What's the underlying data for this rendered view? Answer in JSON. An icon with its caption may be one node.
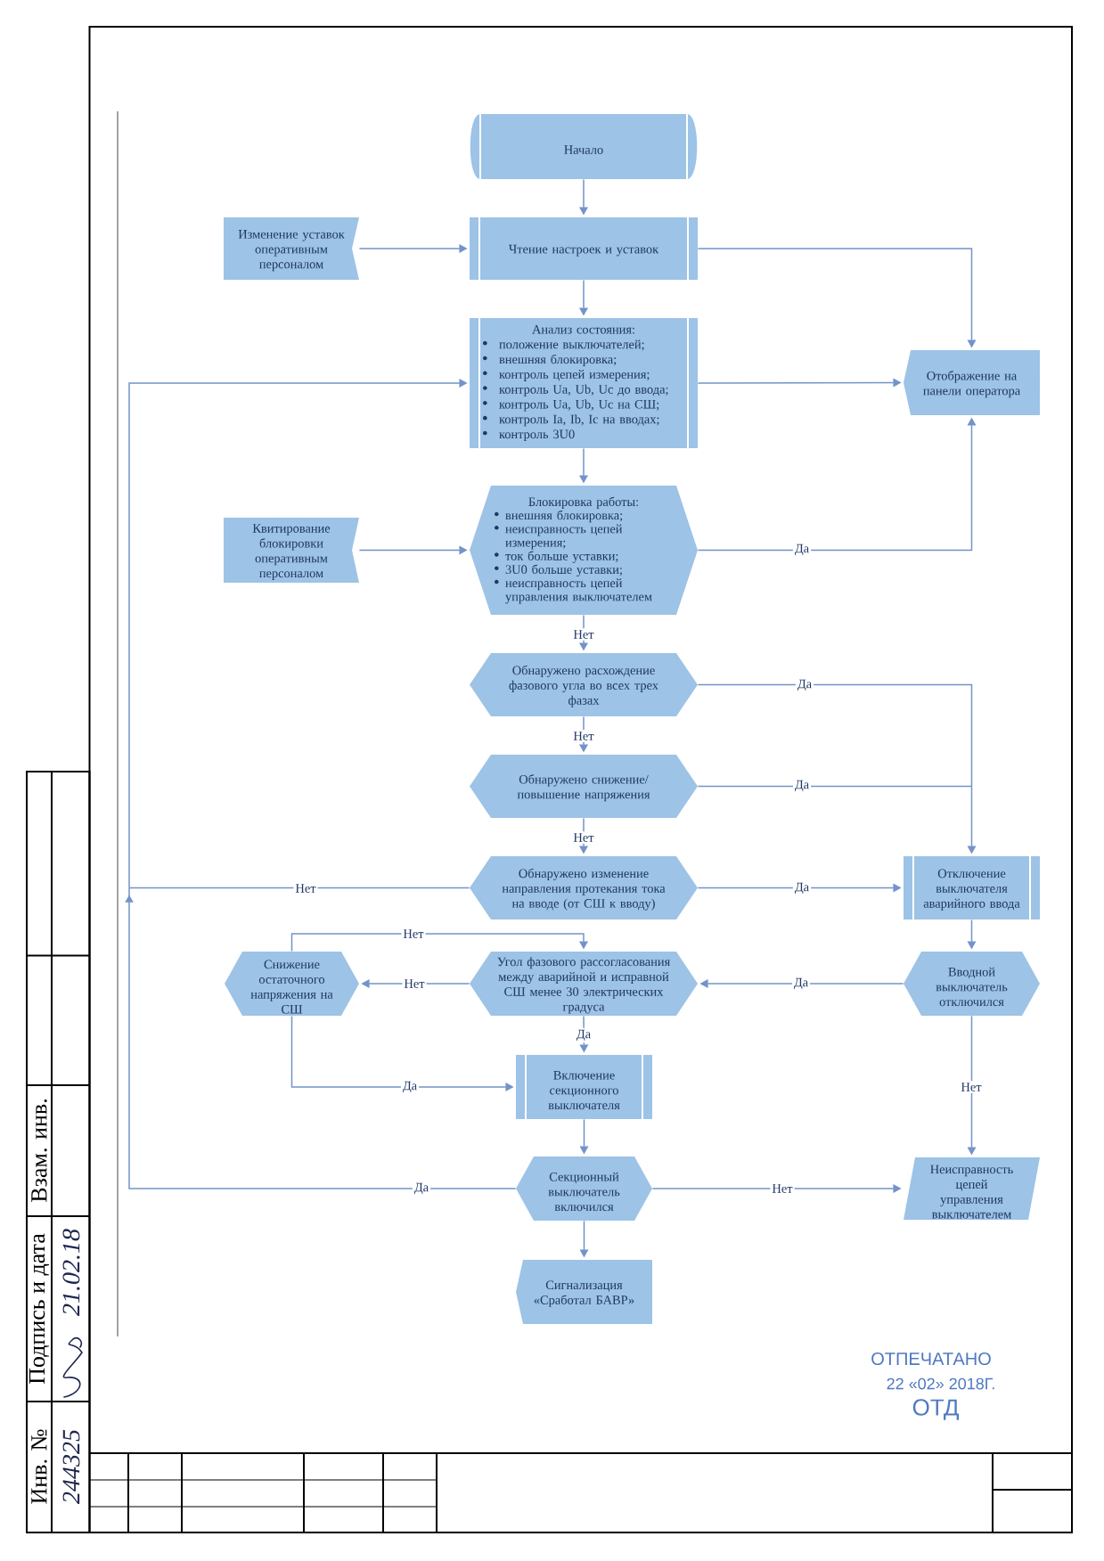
{
  "diagram": {
    "nodes": [
      {
        "text": [
          "Начало"
        ]
      },
      {
        "text": [
          "Изменение уставок оперативным персоналом"
        ]
      },
      {
        "text": [
          "Чтение настроек и уставок"
        ]
      },
      {
        "text": [
          "Анализ состояния:",
          "положение выключателей;",
          "внешняя блокировка;",
          "контроль цепей измерения;",
          "контроль Ua, Ub, Uc до ввода;",
          "контроль Ua, Ub, Uc на СШ;",
          "контроль Ia, Ib, Ic на вводах;",
          "контроль 3U0"
        ]
      },
      {
        "text": [
          "Отображение на панели оператора"
        ]
      },
      {
        "text": [
          "Квитирование блокировки оперативным персоналом"
        ]
      },
      {
        "text": [
          "Блокировка работы:",
          "внешняя блокировка;",
          "неисправность цепей измерения;",
          "ток больше уставки;",
          "3U0 больше уставки;",
          "неисправность цепей управления выключателем"
        ]
      },
      {
        "text": [
          "Обнаружено расхождение фазового угла во всех трех фазах"
        ]
      },
      {
        "text": [
          "Обнаружено снижение/ повышение напряжения"
        ]
      },
      {
        "text": [
          "Обнаружено изменение направления протекания тока на вводе (от СШ к вводу)"
        ]
      },
      {
        "text": [
          "Отключение выключателя аварийного ввода"
        ]
      },
      {
        "text": [
          "Снижение остаточного напряжения на СШ"
        ]
      },
      {
        "text": [
          "Угол фазового рассогласования между аварийной и исправной СШ менее 30 электрических градуса"
        ]
      },
      {
        "text": [
          "Вводной выключатель отключился"
        ]
      },
      {
        "text": [
          "Включение секционного выключателя"
        ]
      },
      {
        "text": [
          "Секционный выключатель включился"
        ]
      },
      {
        "text": [
          "Неисправность цепей управления выключателем"
        ]
      },
      {
        "text": [
          "Сигнализация «Сработал БАВР»"
        ]
      }
    ],
    "edges": [
      {
        "from": 0,
        "to": 2,
        "arrow": "to"
      },
      {
        "from": 1,
        "to": 2,
        "arrow": "to"
      },
      {
        "from": 2,
        "to": 4,
        "arrow": "to"
      },
      {
        "from": 2,
        "to": 3,
        "arrow": "to"
      },
      {
        "from": 3,
        "to": 4,
        "arrow": "to"
      },
      {
        "from": 3,
        "to": 6,
        "arrow": "to"
      },
      {
        "from": 5,
        "to": 6,
        "arrow": "to"
      },
      {
        "from": 6,
        "to": 4,
        "arrow": "to",
        "label": "Да"
      },
      {
        "from": 6,
        "to": 7,
        "arrow": "to",
        "label": "Нет"
      },
      {
        "from": 7,
        "to": 10,
        "arrow": "to",
        "label": "Да"
      },
      {
        "from": 7,
        "to": 8,
        "arrow": "to",
        "label": "Нет"
      },
      {
        "from": 8,
        "to": 10,
        "arrow": "to",
        "label": "Да"
      },
      {
        "from": 8,
        "to": 9,
        "arrow": "to",
        "label": "Нет"
      },
      {
        "from": 9,
        "to": 10,
        "arrow": "to",
        "label": "Да"
      },
      {
        "from": 9,
        "to": 3,
        "arrow": "to",
        "label": "Нет"
      },
      {
        "from": 10,
        "to": 13,
        "arrow": "to"
      },
      {
        "from": 13,
        "to": 12,
        "arrow": "to",
        "label": "Да"
      },
      {
        "from": 12,
        "to": 11,
        "arrow": "to",
        "label": "Нет"
      },
      {
        "from": 11,
        "to": 12,
        "arrow": "to",
        "label": "Нет"
      },
      {
        "from": 12,
        "to": 14,
        "arrow": "to",
        "label": "Да"
      },
      {
        "from": 11,
        "to": 14,
        "arrow": "to",
        "label": "Да"
      },
      {
        "from": 13,
        "to": 16,
        "arrow": "to",
        "label": "Нет"
      },
      {
        "from": 14,
        "to": 15,
        "arrow": "to"
      },
      {
        "from": 15,
        "to": 3,
        "arrow": "to",
        "label": "Да"
      },
      {
        "from": 15,
        "to": 16,
        "arrow": "to",
        "label": "Нет"
      },
      {
        "from": 15,
        "to": 17,
        "arrow": "to"
      }
    ],
    "labels": [
      "ОТПЕЧАТАНО",
      "22 «02» 2018Г.",
      "ОТД",
      "Инв. №",
      "Подпись и дата",
      "Взам. инв.",
      "244325",
      "21.02.18"
    ]
  }
}
